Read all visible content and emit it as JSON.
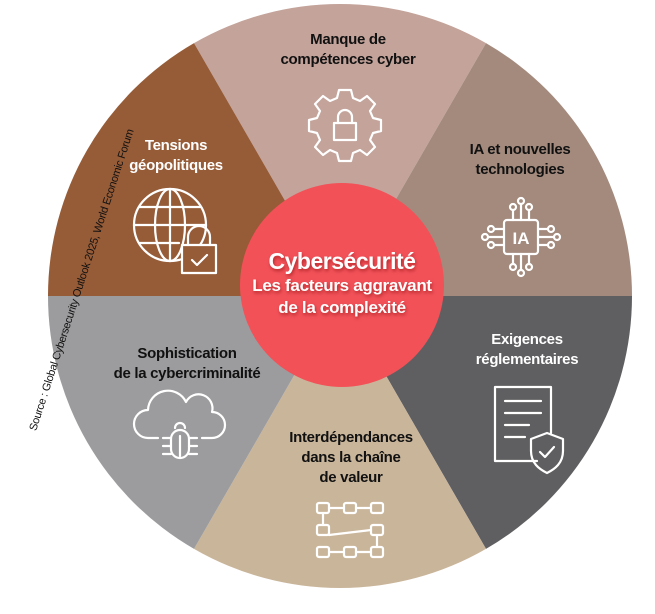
{
  "center": {
    "title": "Cybersécurité",
    "subtitle_line1": "Les facteurs aggravant",
    "subtitle_line2": "de la complexité",
    "color": "#f25158"
  },
  "source": "Source : Global Cybersecurity Outlook 2025, World Economic Forum",
  "segments": [
    {
      "line1": "Manque de",
      "line2": "compétences cyber",
      "icon": "gear-lock-icon",
      "color": "#c3a39a"
    },
    {
      "line1": "IA et nouvelles",
      "line2": "technologies",
      "icon": "ai-chip-icon",
      "icon_text": "IA",
      "color": "#a38a7d"
    },
    {
      "line1": "Exigences",
      "line2": "réglementaires",
      "icon": "document-shield-icon",
      "color": "#5f5f61"
    },
    {
      "line1": "Interdépendances",
      "line2": "dans la chaîne",
      "line3": "de valeur",
      "icon": "value-chain-icon",
      "color": "#c9b59a"
    },
    {
      "line1": "Sophistication",
      "line2": "de la cybercriminalité",
      "icon": "cloud-bug-icon",
      "color": "#9c9c9e"
    },
    {
      "line1": "Tensions",
      "line2": "géopolitiques",
      "icon": "globe-lock-icon",
      "color": "#965b37"
    }
  ]
}
